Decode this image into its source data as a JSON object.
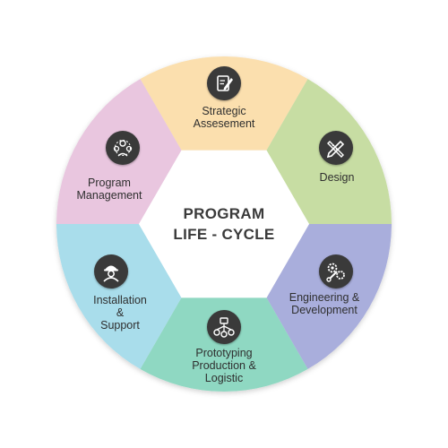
{
  "center": {
    "line1": "PROGRAM",
    "line2": "LIFE - CYCLE"
  },
  "segments": [
    {
      "id": "strategic",
      "color": "#FBDFAE",
      "lines": [
        "Strategic",
        "Assesement"
      ],
      "icon": "edit-document-icon"
    },
    {
      "id": "design",
      "color": "#C7DDA3",
      "lines": [
        "Design"
      ],
      "icon": "pencil-ruler-icon"
    },
    {
      "id": "engineering",
      "color": "#A9AEDC",
      "lines": [
        "Engineering &",
        "Development"
      ],
      "icon": "gears-wrench-icon"
    },
    {
      "id": "prototyping",
      "color": "#8FD8C2",
      "lines": [
        "Prototyping",
        "Production &",
        "Logistic"
      ],
      "icon": "network-flow-icon"
    },
    {
      "id": "installation",
      "color": "#A9DDEB",
      "lines": [
        "Installation",
        "&",
        "Support"
      ],
      "icon": "engineer-worker-icon"
    },
    {
      "id": "program-mgmt",
      "color": "#E9C6DF",
      "lines": [
        "Program",
        "Management"
      ],
      "icon": "team-management-icon"
    }
  ]
}
